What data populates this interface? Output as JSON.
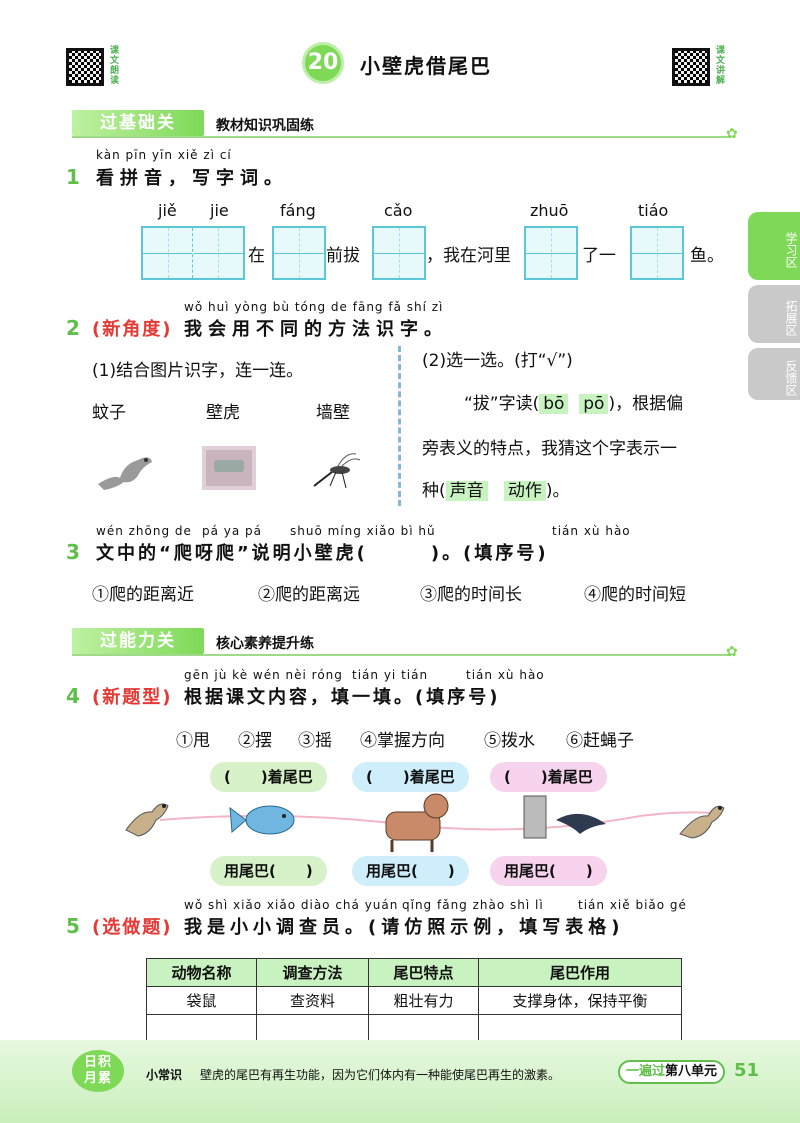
{
  "header": {
    "qr_left_caption": "课文朗读",
    "qr_right_caption": "课文讲解",
    "lesson_number": "20",
    "title": "小壁虎借尾巴"
  },
  "side_tabs": [
    "学习区",
    "拓展区",
    "反馈区"
  ],
  "section1": {
    "banner": "过基础关",
    "subtitle": "教材知识巩固练"
  },
  "q1": {
    "num": "1",
    "pinyin": "kàn pīn yīn   xiě  zì  cí",
    "text": "看拼音，写字词。",
    "blanks_pinyin": [
      "jiě",
      "jie",
      "fáng",
      "cǎo",
      "zhuō",
      "tiáo"
    ],
    "sentence_parts": [
      "在",
      "前拔",
      "，我在河里",
      "了一",
      "鱼。"
    ]
  },
  "q2": {
    "num": "2",
    "tag": "(新角度)",
    "pinyin": "wǒ huì yòng bù tóng de fāng fǎ shí zì",
    "text": "我会用不同的方法识字。",
    "part1_title": "(1)结合图片识字，连一连。",
    "words": [
      "蚊子",
      "壁虎",
      "墙壁"
    ],
    "part2_title": "(2)选一选。(打“√”)",
    "part2_line1": "“拔”字读(",
    "option_a": "bō",
    "option_b": "pō",
    "part2_line1_end": ")，根据偏",
    "part2_line2": "旁表义的特点，我猜这个字表示一",
    "part2_line3_start": "种(",
    "option_c": "声音",
    "option_d": "动作",
    "part2_line3_end": ")。"
  },
  "q3": {
    "num": "3",
    "pinyin_a": "wén zhōng de",
    "pinyin_b": "pá ya pá",
    "pinyin_c": "shuō míng xiǎo bì hǔ",
    "pinyin_d": "tián xù hào",
    "text": "文中的“爬呀爬”说明小壁虎(　　　)。(填序号)",
    "options": [
      "①爬的距离近",
      "②爬的距离远",
      "③爬的时间长",
      "④爬的时间短"
    ]
  },
  "section2": {
    "banner": "过能力关",
    "subtitle": "核心素养提升练"
  },
  "q4": {
    "num": "4",
    "tag": "(新题型)",
    "pinyin_a": "gēn jù kè wén nèi róng",
    "pinyin_b": "tián yi tián",
    "pinyin_c": "tián xù hào",
    "text": "根据课文内容，填一填。(填序号)",
    "choices": [
      "①甩",
      "②摆",
      "③摇",
      "④掌握方向",
      "⑤拨水",
      "⑥赶蝇子"
    ],
    "top_pills": [
      "(　　)着尾巴",
      "(　　)着尾巴",
      "(　　)着尾巴"
    ],
    "bottom_pills": [
      "用尾巴(　　)",
      "用尾巴(　　)",
      "用尾巴(　　)"
    ]
  },
  "q5": {
    "num": "5",
    "tag": "(选做题)",
    "pinyin_a": "wǒ shì xiǎo xiǎo diào chá yuán",
    "pinyin_b": "qǐng fǎng zhào shì lì",
    "pinyin_c": "tián xiě biǎo gé",
    "text": "我是小小调查员。(请仿照示例，填写表格)",
    "table": {
      "headers": [
        "动物名称",
        "调查方法",
        "尾巴特点",
        "尾巴作用"
      ],
      "row1": [
        "袋鼠",
        "查资料",
        "粗壮有力",
        "支撑身体，保持平衡"
      ],
      "row2": [
        "",
        "",
        "",
        ""
      ]
    }
  },
  "footer": {
    "badge": "日积月累",
    "tip_label": "小常识",
    "tip_text": "壁虎的尾巴有再生功能，因为它们体内有一种能使尾巴再生的激素。",
    "brand": "一遍过",
    "unit": "第八单元",
    "page": "51"
  }
}
